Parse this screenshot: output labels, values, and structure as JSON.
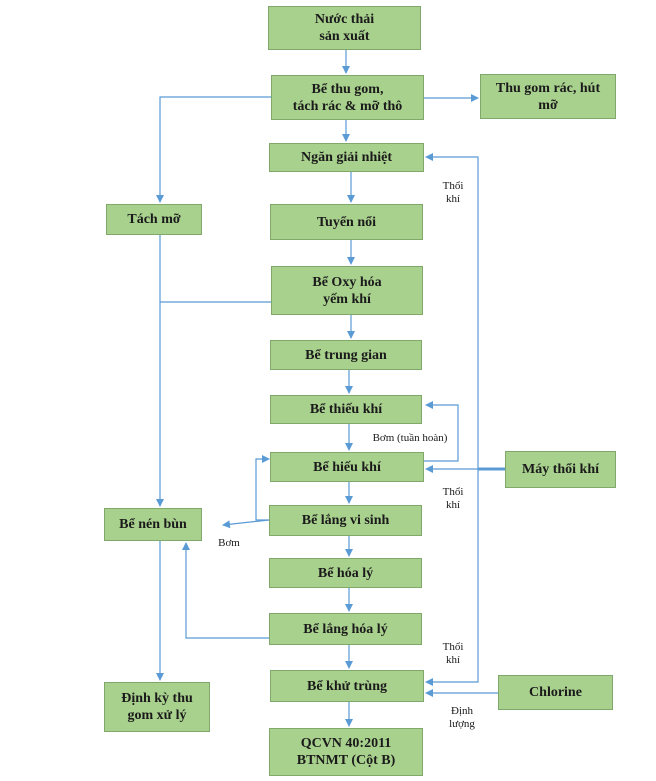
{
  "colors": {
    "box_fill": "#a9d18e",
    "box_border": "#7fa86a",
    "line": "#5b9bd5"
  },
  "nodes": {
    "nuoc_thai": "Nước thải\nsản xuất",
    "be_thu_gom": "Bể thu gom,\ntách rác & mỡ thô",
    "thu_gom_rac": "Thu gom rác, hút\nmỡ",
    "ngan_giai_nhiet": "Ngăn giải nhiệt",
    "tach_mo": "Tách mỡ",
    "tuyen_noi": "Tuyển nổi",
    "be_oxy_hoa": "Bể Oxy hóa\nyếm khí",
    "be_trung_gian": "Bể trung gian",
    "be_thieu_khi": "Bể thiếu khí",
    "be_hieu_khi": "Bể hiếu khí",
    "may_thoi_khi": "Máy thổi khí",
    "be_nen_bun": "Bể nén bùn",
    "be_lang_vi_sinh": "Bể lắng vi sinh",
    "be_hoa_ly": "Bể hóa lý",
    "be_lang_hoa_ly": "Bể lắng hóa lý",
    "be_khu_trung": "Bể khử trùng",
    "chlorine": "Chlorine",
    "dinh_ky": "Định kỳ thu\ngom xử lý",
    "qcvn": "QCVN 40:2011\nBTNMT (Cột B)"
  },
  "labels": {
    "thoi_khi_1": "Thổi\nkhí",
    "thoi_khi_2": "Thổi\nkhí",
    "thoi_khi_3": "Thổi\nkhí",
    "bom_tuan_hoan": "Bơm (tuần hoàn)",
    "bom": "Bơm",
    "dinh_luong": "Định\nlượng"
  }
}
